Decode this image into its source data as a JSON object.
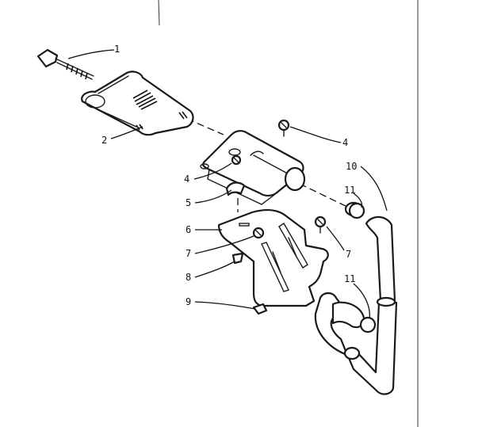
{
  "callouts": {
    "c1": "1",
    "c2": "2",
    "c4a": "4",
    "c4b": "4",
    "c5": "5",
    "c6": "6",
    "c7a": "7",
    "c7b": "7",
    "c8": "8",
    "c9": "9",
    "c10": "10",
    "c11a": "11",
    "c11b": "11"
  }
}
